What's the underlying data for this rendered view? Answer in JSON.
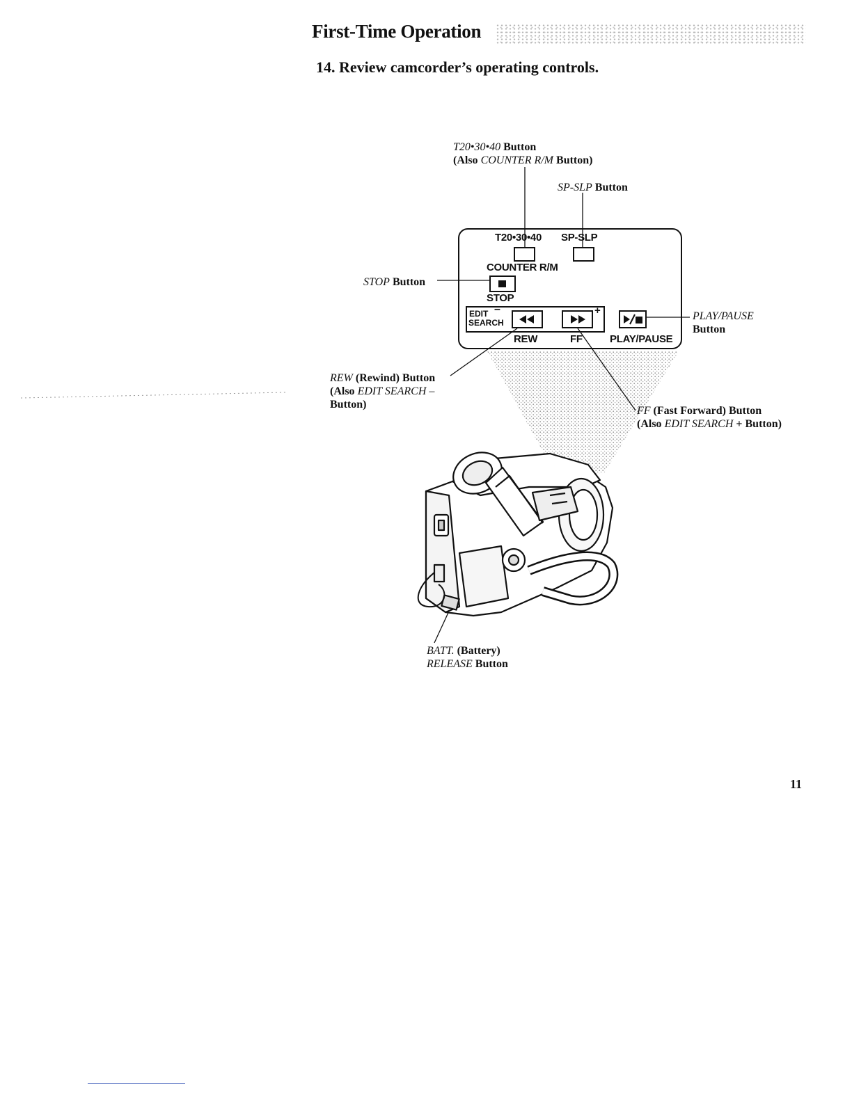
{
  "header": {
    "section_title": "First-Time Operation"
  },
  "step": {
    "text": "14. Review camcorder’s operating controls."
  },
  "callouts": {
    "t20": {
      "line1_italic": "T20•30•40",
      "line1_rest": " Button",
      "line2_pre": "(Also ",
      "line2_italic": "COUNTER R/M",
      "line2_post": " Button)"
    },
    "spslp": {
      "italic": "SP-SLP",
      "rest": " Button"
    },
    "stop": {
      "italic": "STOP",
      "rest": " Button"
    },
    "playpause": {
      "italic": "PLAY/PAUSE",
      "line2": "Button"
    },
    "rew": {
      "line1_italic": "REW",
      "line1_rest": " (Rewind) Button",
      "line2_pre": "(Also ",
      "line2_italic": "EDIT SEARCH –",
      "line3": "Button)"
    },
    "ff": {
      "line1_italic": "FF",
      "line1_rest": " (Fast Forward) Button",
      "line2_pre": "(Also ",
      "line2_italic": "EDIT SEARCH",
      "line2_post": " + Button)"
    },
    "batt": {
      "line1_italic": "BATT.",
      "line1_rest": " (Battery)",
      "line2_italic": "RELEASE",
      "line2_rest": " Button"
    }
  },
  "panel": {
    "t20_label": "T20•30•40",
    "spslp_label": "SP-SLP",
    "counter_label": "COUNTER R/M",
    "stop_label": "STOP",
    "edit_label": "EDIT",
    "search_label": "SEARCH",
    "rew_label": "REW",
    "ff_label": "FF",
    "playpause_label": "PLAY/PAUSE",
    "minus_sign": "–",
    "plus_sign": "+"
  },
  "footer": {
    "page_number": "11"
  }
}
